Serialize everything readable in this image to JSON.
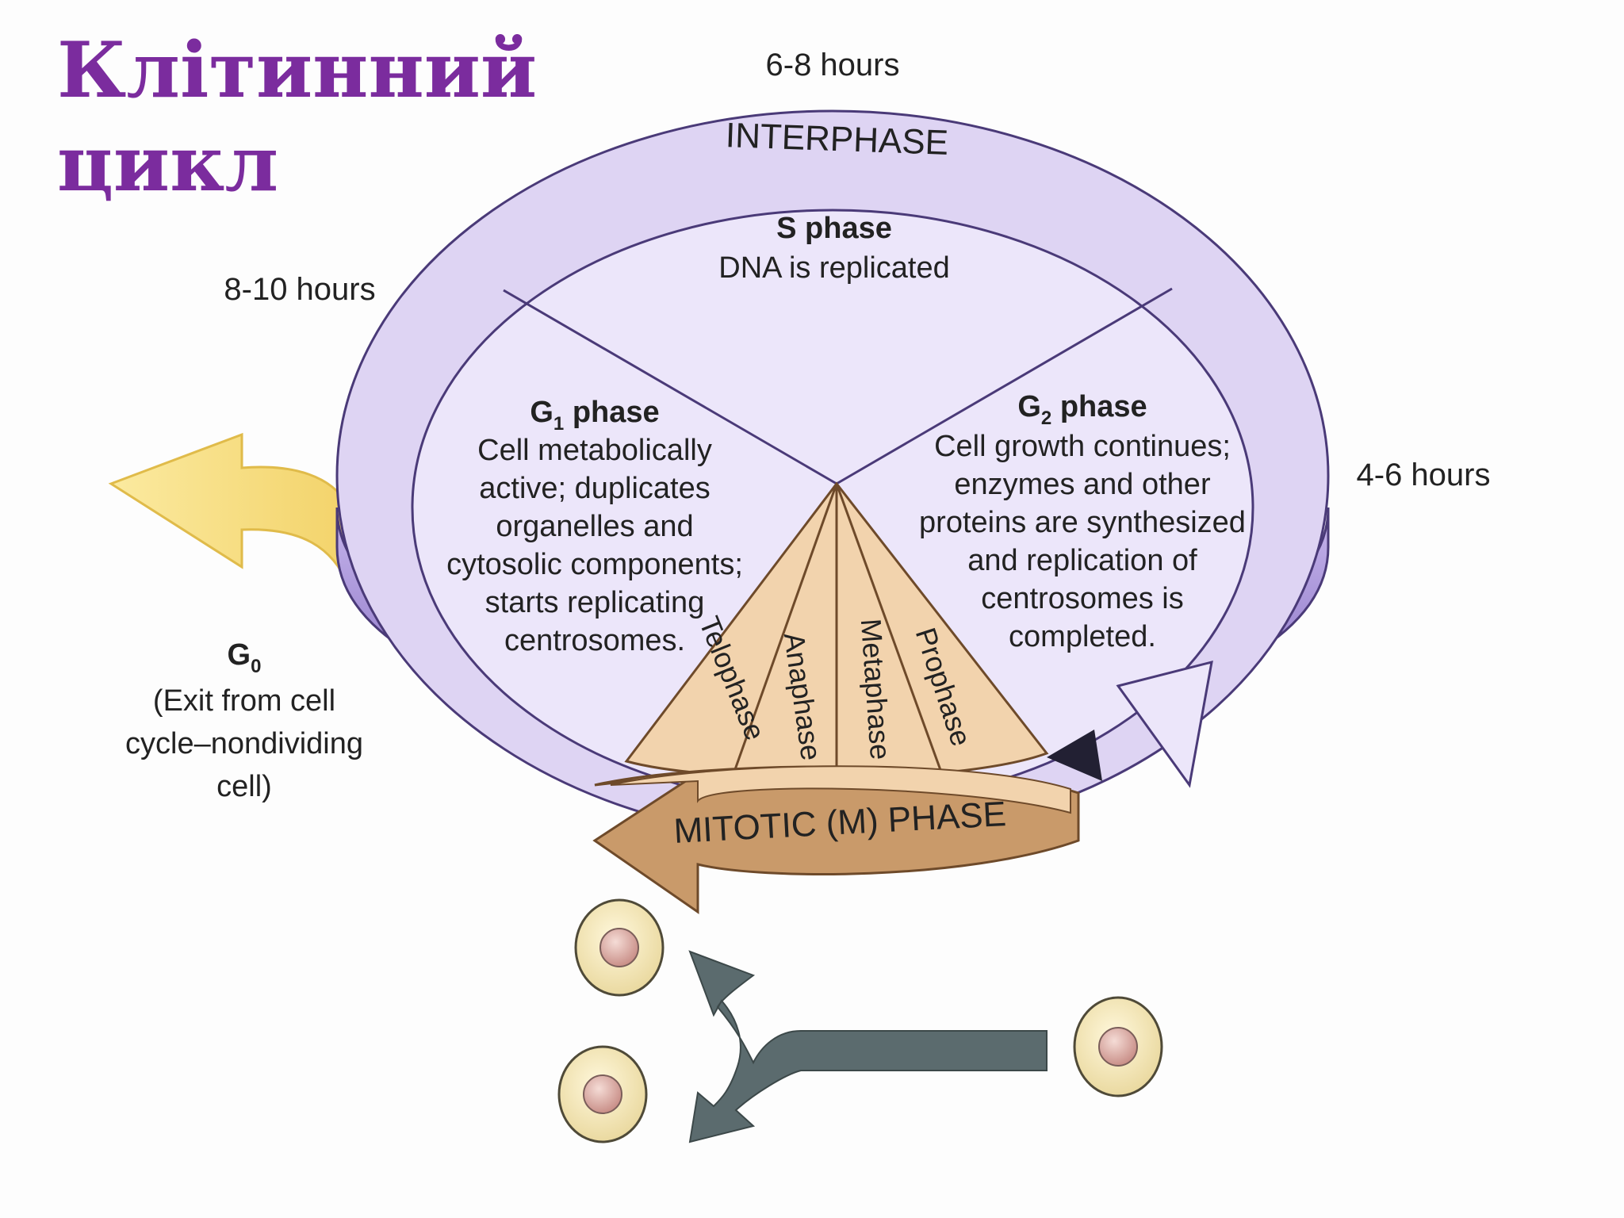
{
  "title": {
    "line1": "Клітинний",
    "line2": "цикл"
  },
  "hours": {
    "s": "6-8 hours",
    "g1": "8-10 hours",
    "g2": "4-6 hours"
  },
  "interphase_label": "INTERPHASE",
  "s_phase": {
    "title": "S phase",
    "text": "DNA is replicated"
  },
  "g1_phase": {
    "title": "G",
    "subscript": "1",
    "title_suffix": " phase",
    "lines": [
      "Cell metabolically",
      "active; duplicates",
      "organelles and",
      "cytosolic components;",
      "starts replicating",
      "centrosomes."
    ]
  },
  "g2_phase": {
    "title": "G",
    "subscript": "2",
    "title_suffix": " phase",
    "lines": [
      "Cell growth continues;",
      "enzymes and other",
      "proteins are synthesized",
      "and replication of",
      "centrosomes is",
      "completed."
    ]
  },
  "g0": {
    "title": "G",
    "subscript": "0",
    "lines": [
      "(Exit from cell",
      "cycle–nondividing",
      "cell)"
    ]
  },
  "mitotic": {
    "label": "MITOTIC (M) PHASE",
    "subphases": [
      "Telophase",
      "Anaphase",
      "Metaphase",
      "Prophase"
    ]
  },
  "colors": {
    "title": "#7b2c9e",
    "interphase_fill": "#ddd3f2",
    "interphase_edge": "#9b86d0",
    "interphase_stroke": "#4a3a78",
    "mitotic_fill": "#f0cfa8",
    "mitotic_edge": "#b57a45",
    "g0_arrow": "#f8e08a",
    "division_arrow": "#5b6b6e",
    "cell_fill": "#f6ebc2",
    "nucleus_fill": "#e4b7b0"
  },
  "icons": [
    "g0-exit-arrow",
    "division-arrow",
    "daughter-cell",
    "parent-cell"
  ]
}
